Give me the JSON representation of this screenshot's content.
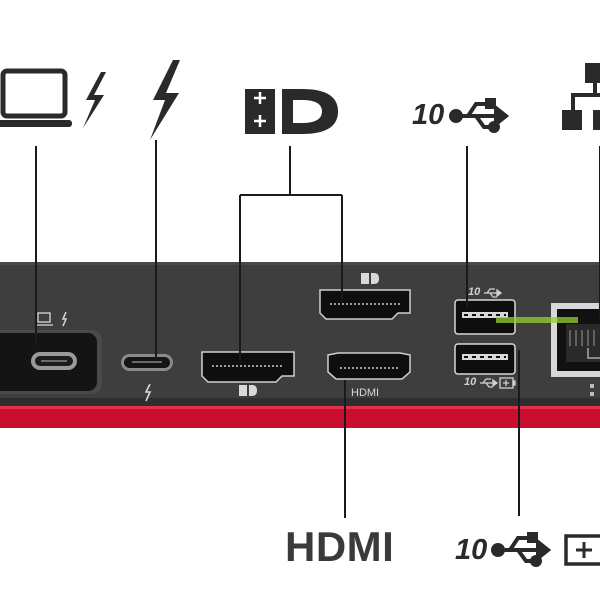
{
  "labels": {
    "hdmi_big": "HDMI",
    "hdmi_port": "HDMI",
    "usb_speed_top": "10",
    "usb_speed_bottom": "10",
    "usb_speed_port_upper": "10",
    "usb_speed_port_lower": "10"
  },
  "icons": {
    "laptop": "laptop-icon",
    "thunderbolt": "thunderbolt-icon",
    "displayport": "displayport-icon",
    "usb": "usb-icon",
    "battery_charge": "battery-charge-icon",
    "ethernet": "ethernet-icon"
  },
  "colors": {
    "dock_body": "#3d3d3d",
    "accent_red": "#c8102e",
    "callout_line": "#1a1a1a",
    "ethernet_highlight": "#9acd32"
  }
}
